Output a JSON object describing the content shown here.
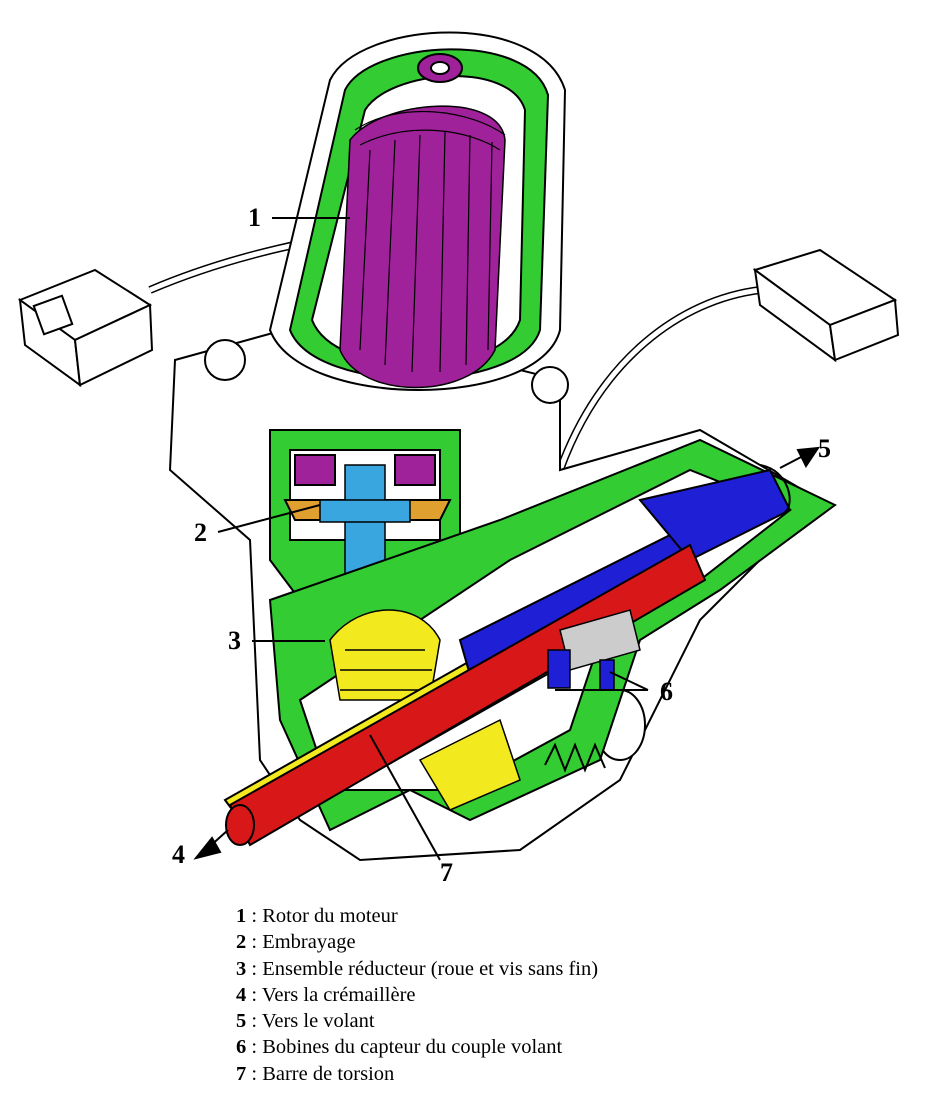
{
  "callouts": [
    "1",
    "2",
    "3",
    "4",
    "5",
    "6",
    "7"
  ],
  "legend": [
    {
      "num": "1",
      "sep": " : ",
      "text": "Rotor du moteur"
    },
    {
      "num": "2",
      "sep": " : ",
      "text": "Embrayage"
    },
    {
      "num": "3",
      "sep": " : ",
      "text": "Ensemble réducteur (roue et vis sans fin)"
    },
    {
      "num": "4",
      "sep": " : ",
      "text": "Vers la crémaillère"
    },
    {
      "num": "5",
      "sep": " : ",
      "text": "Vers le volant"
    },
    {
      "num": "6",
      "sep": " : ",
      "text": "Bobines du capteur du couple volant"
    },
    {
      "num": "7",
      "sep": " : ",
      "text": "Barre de torsion"
    }
  ],
  "colors": {
    "housing": "#33cc33",
    "rotor": "#a0229a",
    "shaft_blue": "#1f1fd6",
    "torsion_red": "#d81818",
    "gear_yellow": "#f2ea1e",
    "clutch_cyan": "#3aa6e0",
    "outline": "#000000"
  }
}
